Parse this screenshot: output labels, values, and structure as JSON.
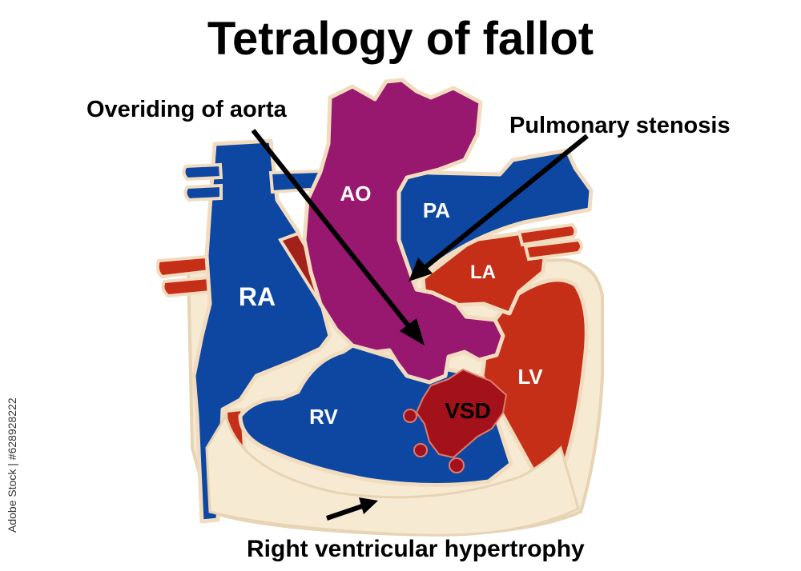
{
  "title": "Tetralogy of fallot",
  "callouts": {
    "aorta": "Overiding of aorta",
    "pulmonary": "Pulmonary stenosis",
    "hypertrophy": "Right ventricular hypertrophy"
  },
  "regions": {
    "ra": "RA",
    "rv": "RV",
    "ao": "AO",
    "pa": "PA",
    "la": "LA",
    "lv": "LV",
    "vsd": "VSD"
  },
  "watermark": "Adobe Stock | #628928222",
  "colors": {
    "blue": "#0d47a1",
    "purple": "#98176f",
    "red": "#c62f17",
    "dark_red": "#8b1515",
    "cream": "#f7ead3",
    "outline": "#e6d4b4"
  }
}
